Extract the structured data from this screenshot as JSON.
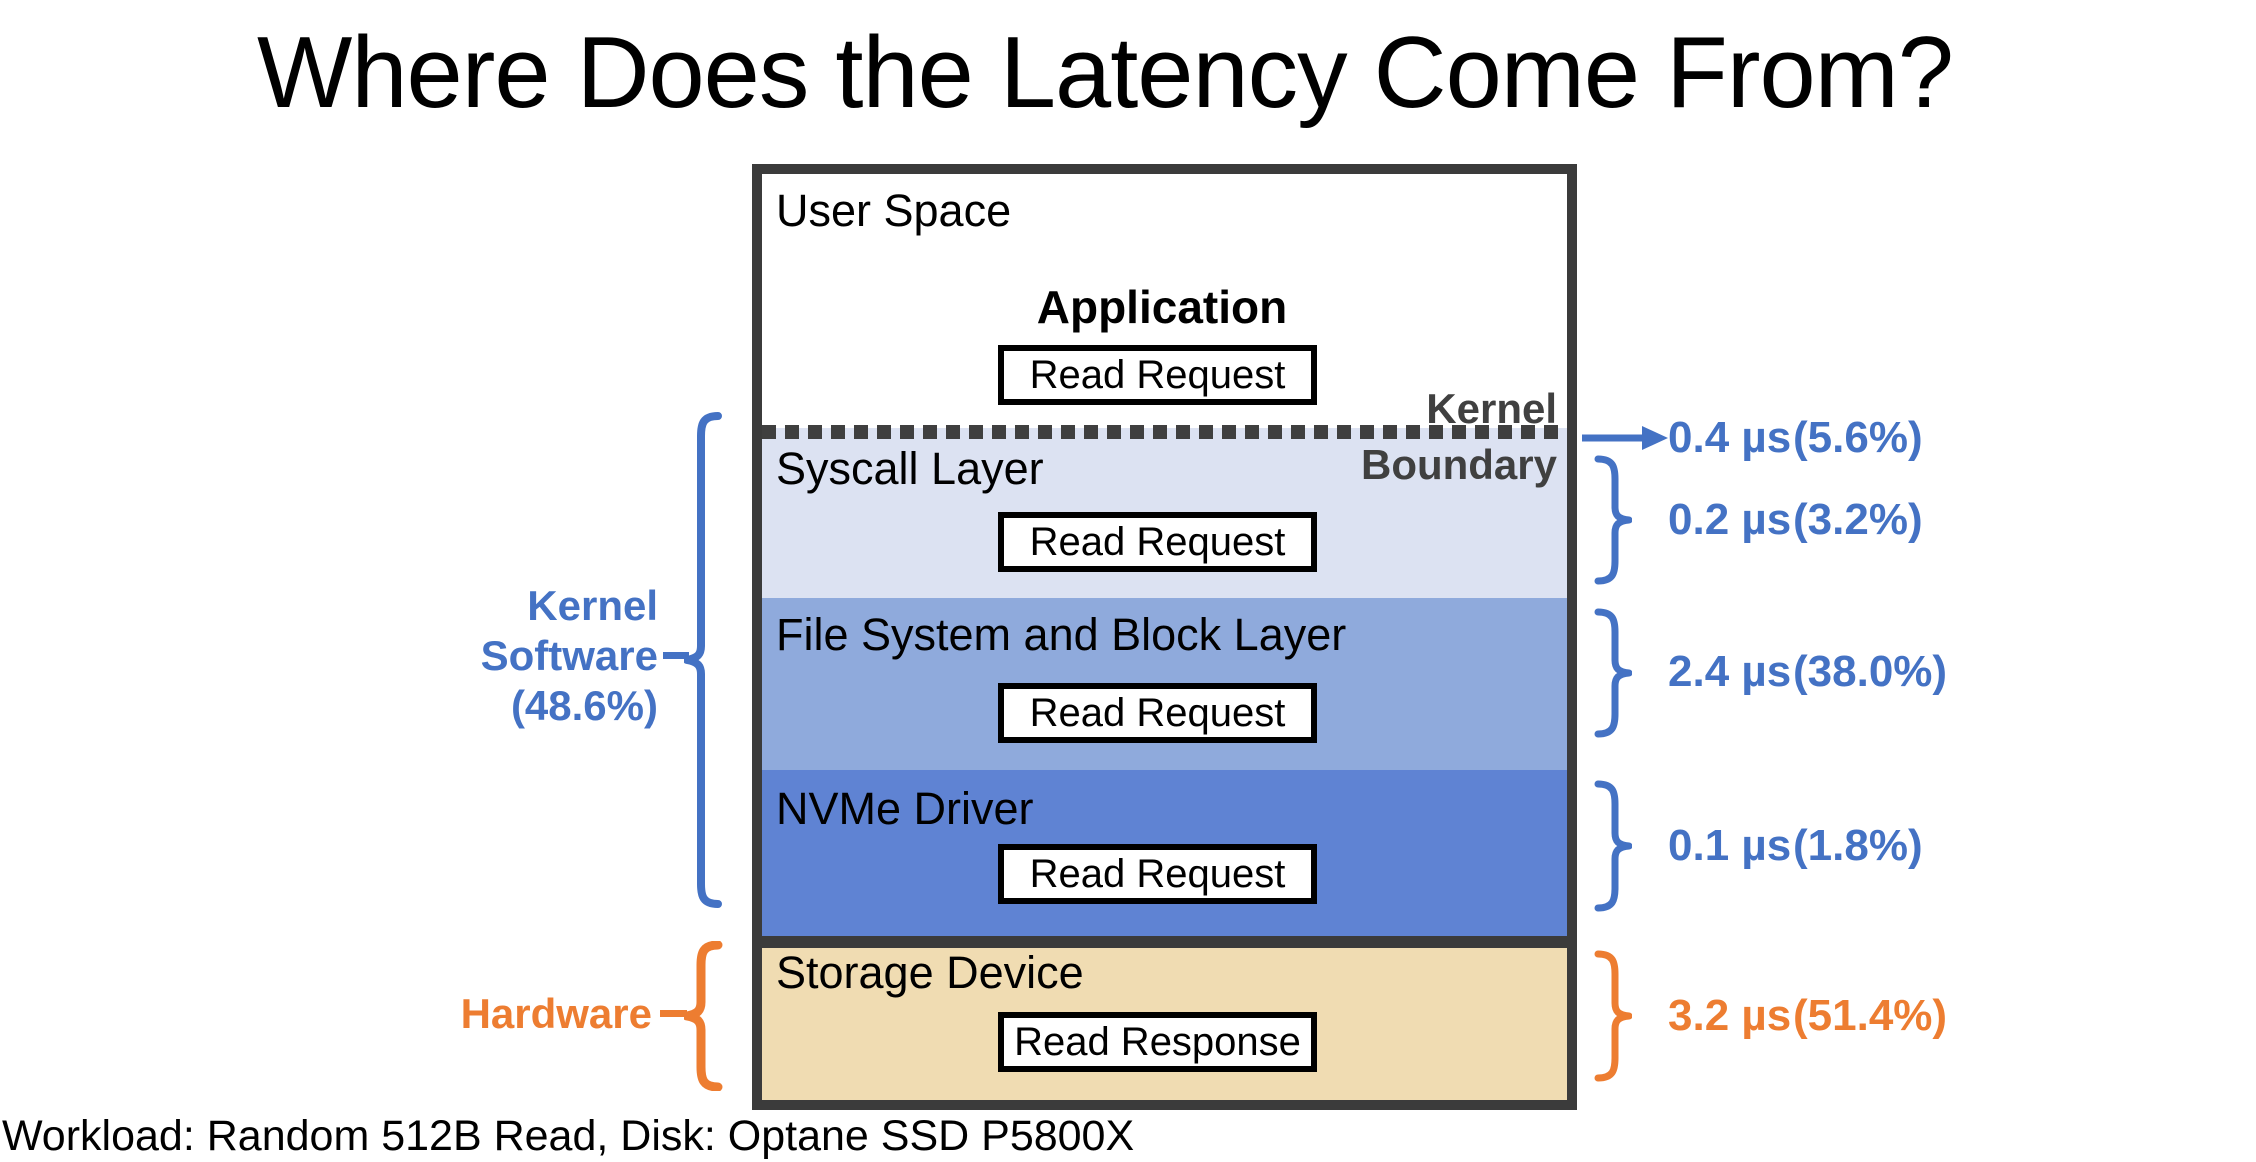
{
  "title": "Where Does the Latency Come From?",
  "caption": "Workload: Random 512B Read, Disk: Optane SSD P5800X",
  "colors": {
    "software_accent": "#4472C4",
    "hardware_accent": "#ED7D31",
    "box_border": "#3B3B3B",
    "syscall_bg": "#DCE2F2",
    "file_block_bg": "#8FAADC",
    "nvme_bg": "#5F83D3",
    "storage_bg": "#F0DCB2"
  },
  "box": {
    "user_space": {
      "label": "User Space",
      "app_label": "Application",
      "packet": "Read Request"
    },
    "kernel_boundary": {
      "line1": "Kernel",
      "line2": "Boundary"
    },
    "layers": [
      {
        "label": "Syscall Layer",
        "packet": "Read Request"
      },
      {
        "label": "File System and Block Layer",
        "packet": "Read Request"
      },
      {
        "label": "NVMe Driver",
        "packet": "Read Request"
      },
      {
        "label": "Storage Device",
        "packet": "Read Response"
      }
    ]
  },
  "left_labels": {
    "kernel_software": {
      "line1": "Kernel",
      "line2": "Software",
      "line3": "(48.6%)"
    },
    "hardware": {
      "label": "Hardware"
    }
  },
  "measurements": [
    {
      "value": "0.4 µs",
      "pct": "(5.6%)",
      "target": "kernel-boundary-crossing"
    },
    {
      "value": "0.2 µs",
      "pct": "(3.2%)",
      "target": "syscall-layer"
    },
    {
      "value": "2.4 µs",
      "pct": "(38.0%)",
      "target": "file-system-and-block-layer"
    },
    {
      "value": "0.1 µs",
      "pct": "(1.8%)",
      "target": "nvme-driver"
    },
    {
      "value": "3.2 µs",
      "pct": "(51.4%)",
      "target": "storage-device"
    }
  ]
}
